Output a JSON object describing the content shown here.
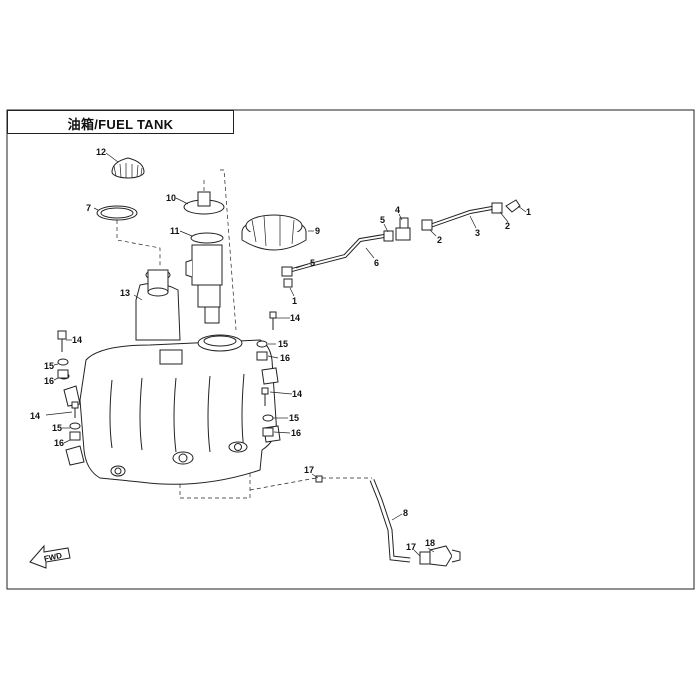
{
  "title": "油箱/FUEL TANK",
  "direction_label": "FWD",
  "callouts": [
    "12",
    "7",
    "10",
    "11",
    "9",
    "13",
    "5",
    "4",
    "2",
    "3",
    "2",
    "1",
    "5",
    "6",
    "1",
    "14",
    "15",
    "16",
    "14",
    "15",
    "16",
    "14",
    "15",
    "16",
    "14",
    "15",
    "16",
    "17",
    "8",
    "17",
    "18"
  ]
}
